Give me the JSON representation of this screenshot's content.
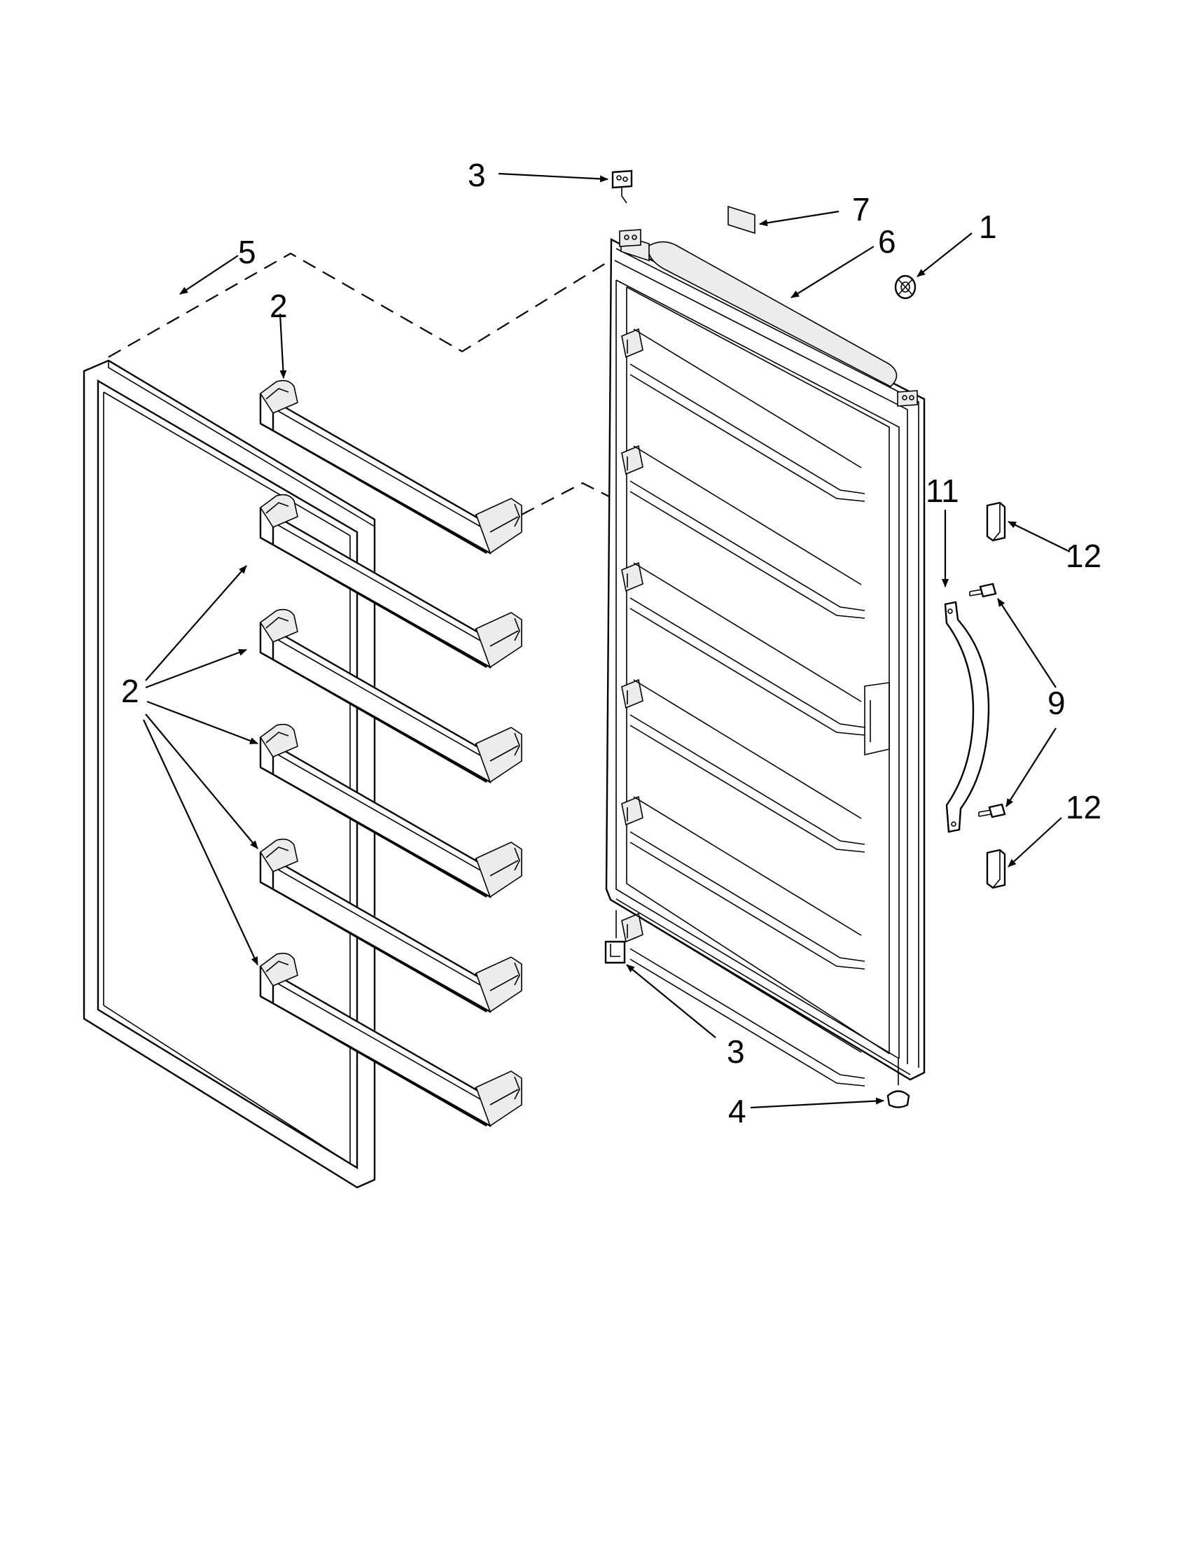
{
  "diagram": {
    "callouts": {
      "hinge_top": "3",
      "hinge_bottom": "3",
      "label": "7",
      "door": "6",
      "plug": "1",
      "gasket": "5",
      "bin_top": "2",
      "bins": "2",
      "handle": "11",
      "endcap_top": "12",
      "endcap_bottom": "12",
      "screws": "9",
      "bottom_plug": "4"
    }
  }
}
